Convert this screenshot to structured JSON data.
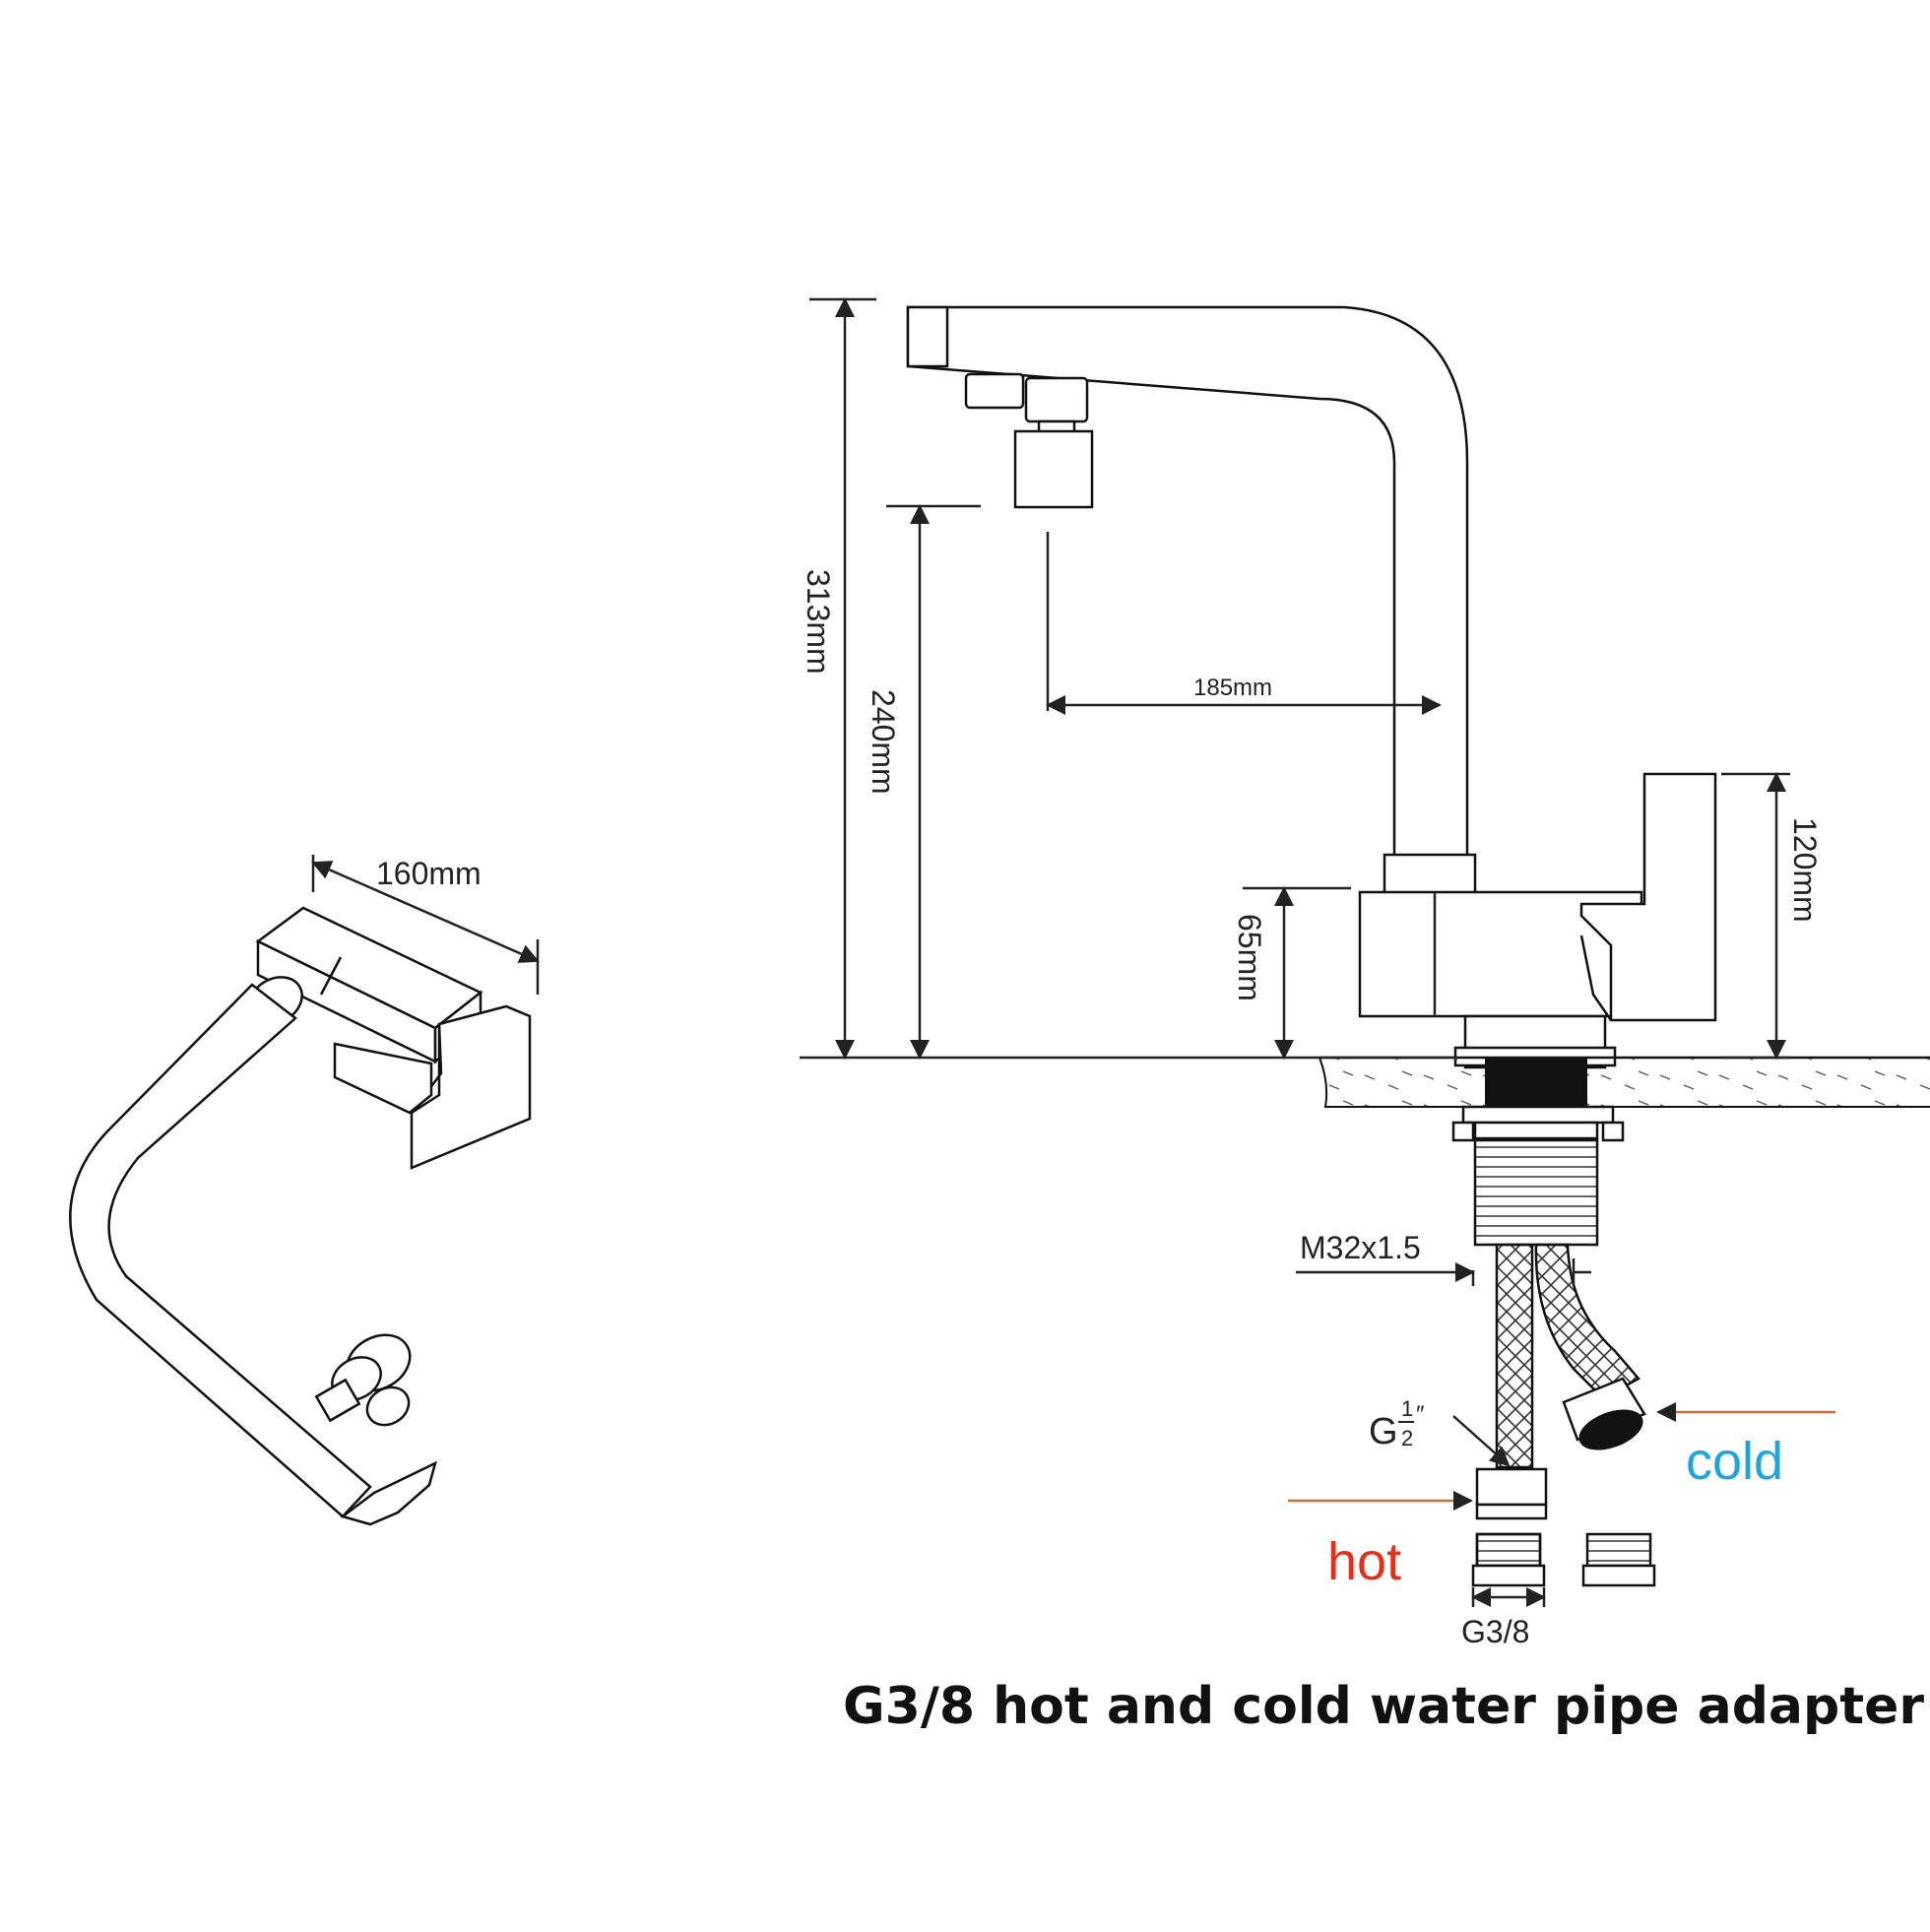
{
  "dimensions": {
    "total_height": "313mm",
    "spout_height": "240mm",
    "reach": "185mm",
    "handle_height": "120mm",
    "body_height": "65mm",
    "top_view_width": "160mm",
    "thread": "M32x1.5",
    "hose_fitting": "G",
    "hose_fraction_num": "1",
    "hose_fraction_den": "2",
    "hose_fraction_unit": "″",
    "adapter_thread": "G3/8"
  },
  "labels": {
    "cold": "cold",
    "hot": "hot"
  },
  "caption": "G3/8 hot and cold water pipe adapter",
  "colors": {
    "cold": "#1fa4dc",
    "hot": "#e0301e",
    "arrow_line": "#c8703a",
    "line": "#222222"
  }
}
